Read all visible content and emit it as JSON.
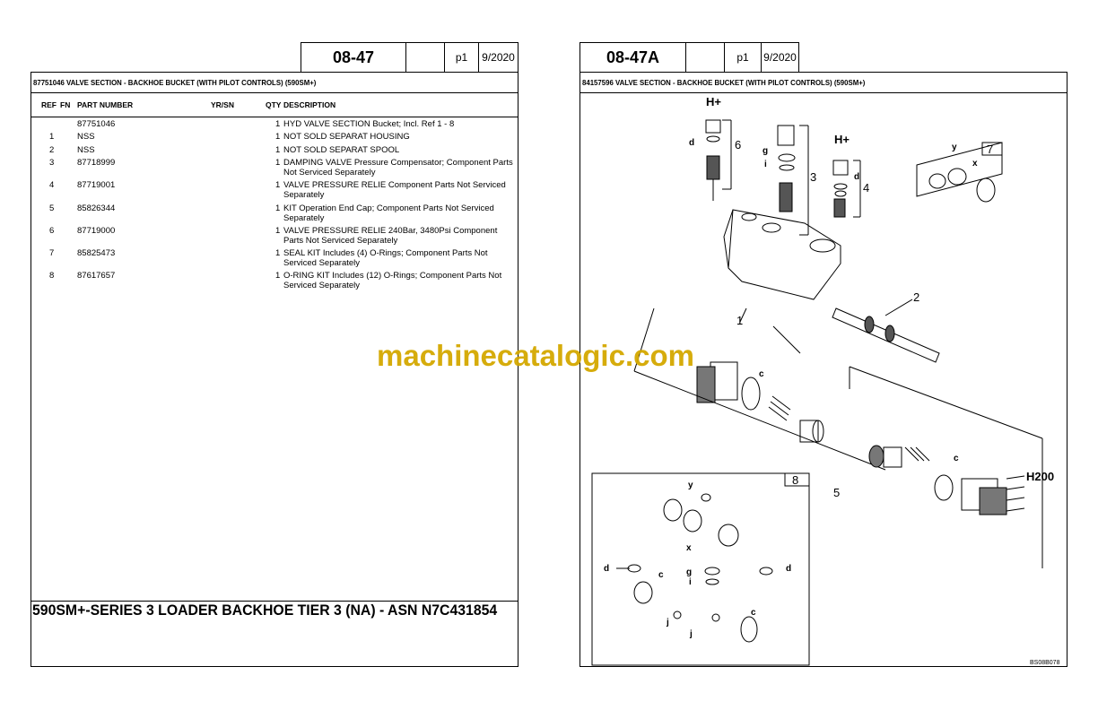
{
  "left": {
    "page_code": "08-47",
    "page_num": "p1",
    "date": "9/2020",
    "section_title": "87751046 VALVE SECTION - BACKHOE BUCKET (WITH PILOT CONTROLS) (590SM+)",
    "columns": {
      "ref": "REF",
      "fn": "FN",
      "part": "PART NUMBER",
      "yrsn": "YR/SN",
      "qty": "QTY",
      "desc": "DESCRIPTION"
    },
    "rows": [
      {
        "ref": "",
        "part": "87751046",
        "qty": "1",
        "desc": "HYD VALVE SECTION  Bucket; Incl. Ref 1 - 8"
      },
      {
        "ref": "1",
        "part": "NSS",
        "qty": "1",
        "desc": "NOT SOLD SEPARAT  HOUSING"
      },
      {
        "ref": "2",
        "part": "NSS",
        "qty": "1",
        "desc": "NOT SOLD SEPARAT  SPOOL"
      },
      {
        "ref": "3",
        "part": "87718999",
        "qty": "1",
        "desc": "DAMPING VALVE  Pressure Compensator; Component Parts Not Serviced Separately"
      },
      {
        "ref": "4",
        "part": "87719001",
        "qty": "1",
        "desc": "VALVE PRESSURE RELIE  Component Parts Not Serviced Separately"
      },
      {
        "ref": "5",
        "part": "85826344",
        "qty": "1",
        "desc": "KIT Operation End Cap; Component Parts Not Serviced Separately"
      },
      {
        "ref": "6",
        "part": "87719000",
        "qty": "1",
        "desc": "VALVE PRESSURE RELIE 240Bar, 3480Psi Component Parts Not Serviced Separately"
      },
      {
        "ref": "7",
        "part": "85825473",
        "qty": "1",
        "desc": "SEAL KIT  Includes (4) O-Rings; Component Parts Not Serviced Separately"
      },
      {
        "ref": "8",
        "part": "87617657",
        "qty": "1",
        "desc": "O-RING KIT  Includes (12) O-Rings; Component Parts Not Serviced Separately"
      }
    ],
    "footer_title": "590SM+-SERIES 3 LOADER BACKHOE TIER 3 (NA) - ASN N7C431854"
  },
  "right": {
    "page_code": "08-47A",
    "page_num": "p1",
    "date": "9/2020",
    "section_title": "84157596 VALVE SECTION - BACKHOE BUCKET (WITH PILOT CONTROLS) (590SM+)",
    "diagram_labels": {
      "h1": "H+",
      "h2": "H+",
      "h200": "H200",
      "n1": "1",
      "n2": "2",
      "n3": "3",
      "n4": "4",
      "n5": "5",
      "n6": "6",
      "n7": "7",
      "n8": "8",
      "d": "d",
      "g": "g",
      "i": "i",
      "c": "c",
      "x": "x",
      "y": "y",
      "j": "j"
    },
    "diagram_code": "BS08B078"
  },
  "watermark": "machinecatalogic.com"
}
